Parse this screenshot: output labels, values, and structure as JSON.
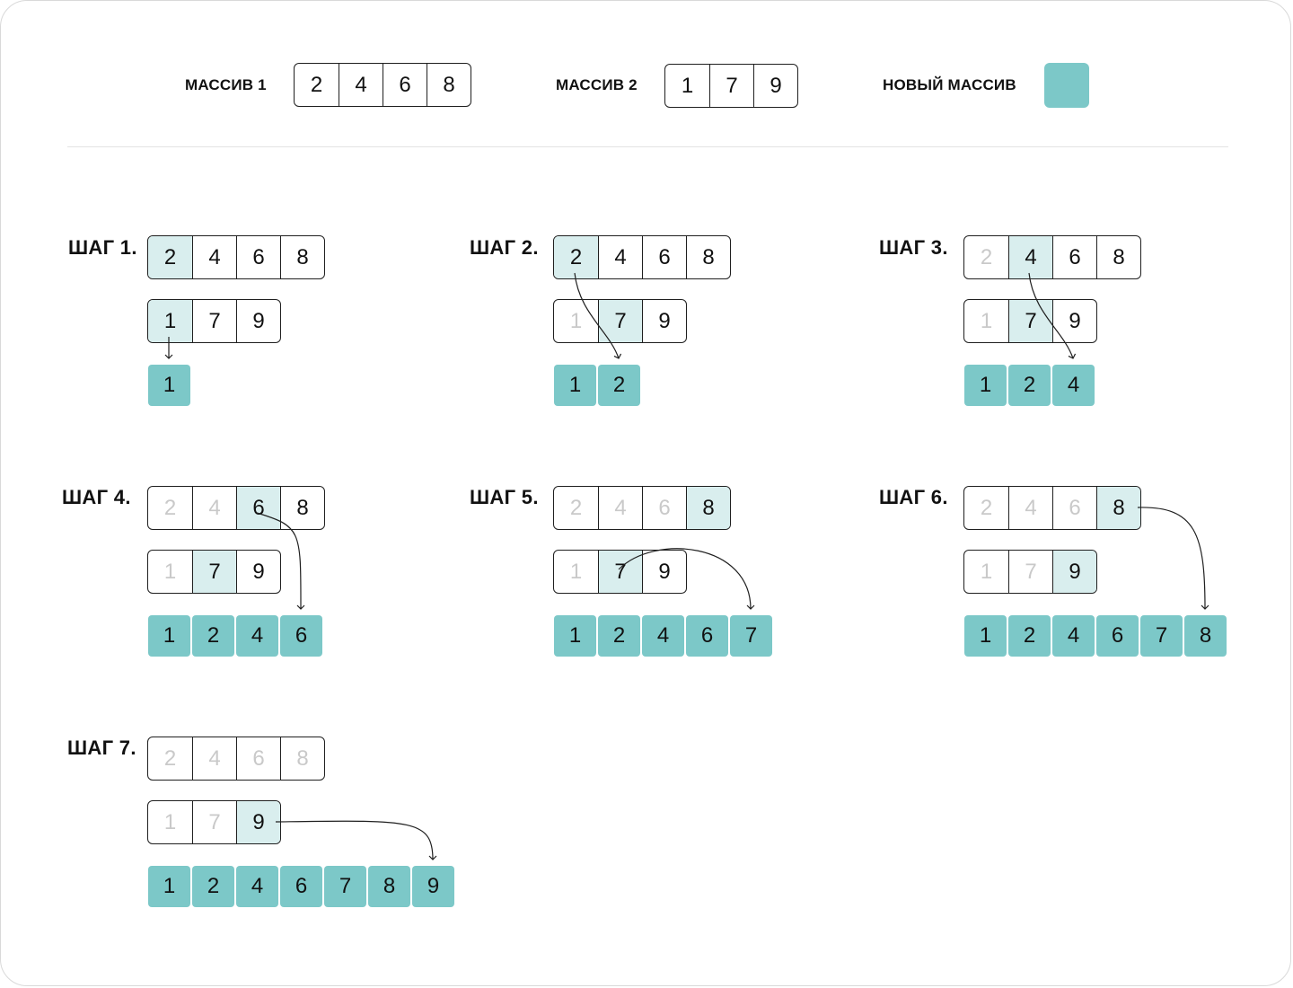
{
  "legend": {
    "array1_label": "МАССИВ 1",
    "array1_values": [
      "2",
      "4",
      "6",
      "8"
    ],
    "array2_label": "МАССИВ 2",
    "array2_values": [
      "1",
      "7",
      "9"
    ],
    "new_array_label": "НОВЫЙ МАССИВ"
  },
  "colors": {
    "result_cell": "#7cc8c8",
    "highlight_cell": "#d9eeee",
    "faded_text": "#c9c9c9",
    "border": "#1f1f1f"
  },
  "steps": [
    {
      "label": "ШАГ 1.",
      "array1": [
        {
          "v": "2",
          "state": "highlight"
        },
        {
          "v": "4",
          "state": "normal"
        },
        {
          "v": "6",
          "state": "normal"
        },
        {
          "v": "8",
          "state": "normal"
        }
      ],
      "array2": [
        {
          "v": "1",
          "state": "highlight"
        },
        {
          "v": "7",
          "state": "normal"
        },
        {
          "v": "9",
          "state": "normal"
        }
      ],
      "result": [
        "1"
      ],
      "arrow_from": "array2",
      "arrow_from_index": 0
    },
    {
      "label": "ШАГ 2.",
      "array1": [
        {
          "v": "2",
          "state": "highlight"
        },
        {
          "v": "4",
          "state": "normal"
        },
        {
          "v": "6",
          "state": "normal"
        },
        {
          "v": "8",
          "state": "normal"
        }
      ],
      "array2": [
        {
          "v": "1",
          "state": "faded"
        },
        {
          "v": "7",
          "state": "highlight"
        },
        {
          "v": "9",
          "state": "normal"
        }
      ],
      "result": [
        "1",
        "2"
      ],
      "arrow_from": "array1",
      "arrow_from_index": 0
    },
    {
      "label": "ШАГ 3.",
      "array1": [
        {
          "v": "2",
          "state": "faded"
        },
        {
          "v": "4",
          "state": "highlight"
        },
        {
          "v": "6",
          "state": "normal"
        },
        {
          "v": "8",
          "state": "normal"
        }
      ],
      "array2": [
        {
          "v": "1",
          "state": "faded"
        },
        {
          "v": "7",
          "state": "highlight"
        },
        {
          "v": "9",
          "state": "normal"
        }
      ],
      "result": [
        "1",
        "2",
        "4"
      ],
      "arrow_from": "array1",
      "arrow_from_index": 1
    },
    {
      "label": "ШАГ 4.",
      "array1": [
        {
          "v": "2",
          "state": "faded"
        },
        {
          "v": "4",
          "state": "faded"
        },
        {
          "v": "6",
          "state": "highlight"
        },
        {
          "v": "8",
          "state": "normal"
        }
      ],
      "array2": [
        {
          "v": "1",
          "state": "faded"
        },
        {
          "v": "7",
          "state": "highlight"
        },
        {
          "v": "9",
          "state": "normal"
        }
      ],
      "result": [
        "1",
        "2",
        "4",
        "6"
      ],
      "arrow_from": "array1",
      "arrow_from_index": 2
    },
    {
      "label": "ШАГ 5.",
      "array1": [
        {
          "v": "2",
          "state": "faded"
        },
        {
          "v": "4",
          "state": "faded"
        },
        {
          "v": "6",
          "state": "faded"
        },
        {
          "v": "8",
          "state": "highlight"
        }
      ],
      "array2": [
        {
          "v": "1",
          "state": "faded"
        },
        {
          "v": "7",
          "state": "highlight"
        },
        {
          "v": "9",
          "state": "normal"
        }
      ],
      "result": [
        "1",
        "2",
        "4",
        "6",
        "7"
      ],
      "arrow_from": "array2",
      "arrow_from_index": 1
    },
    {
      "label": "ШАГ 6.",
      "array1": [
        {
          "v": "2",
          "state": "faded"
        },
        {
          "v": "4",
          "state": "faded"
        },
        {
          "v": "6",
          "state": "faded"
        },
        {
          "v": "8",
          "state": "highlight"
        }
      ],
      "array2": [
        {
          "v": "1",
          "state": "faded"
        },
        {
          "v": "7",
          "state": "faded"
        },
        {
          "v": "9",
          "state": "highlight"
        }
      ],
      "result": [
        "1",
        "2",
        "4",
        "6",
        "7",
        "8"
      ],
      "arrow_from": "array1",
      "arrow_from_index": 3
    },
    {
      "label": "ШАГ 7.",
      "array1": [
        {
          "v": "2",
          "state": "faded"
        },
        {
          "v": "4",
          "state": "faded"
        },
        {
          "v": "6",
          "state": "faded"
        },
        {
          "v": "8",
          "state": "faded"
        }
      ],
      "array2": [
        {
          "v": "1",
          "state": "faded"
        },
        {
          "v": "7",
          "state": "faded"
        },
        {
          "v": "9",
          "state": "highlight"
        }
      ],
      "result": [
        "1",
        "2",
        "4",
        "6",
        "7",
        "8",
        "9"
      ],
      "arrow_from": "array2",
      "arrow_from_index": 2
    }
  ]
}
